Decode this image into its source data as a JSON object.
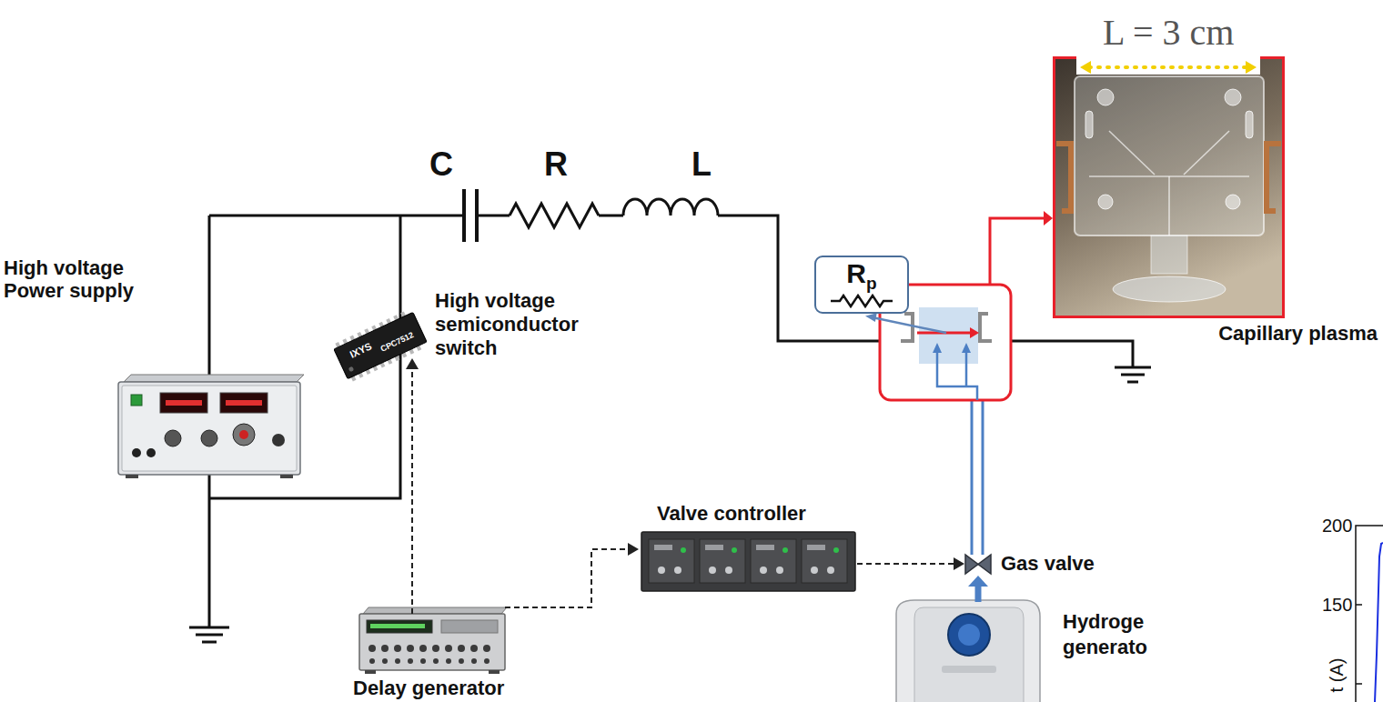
{
  "diagram": {
    "nodes": [
      {
        "text": [
          "R",
          "p"
        ]
      },
      {
        "text": [
          "Capillary plasma"
        ]
      }
    ],
    "labels": [
      "L = 3 cm",
      "C",
      "R",
      "L",
      "High voltage Power supply",
      "IXYS",
      "CPC7512",
      "High voltage semiconductor switch",
      "Valve controller",
      "Gas valve",
      "Hydroge generato",
      "Delay generator",
      "200",
      "150",
      "t (A)"
    ]
  }
}
